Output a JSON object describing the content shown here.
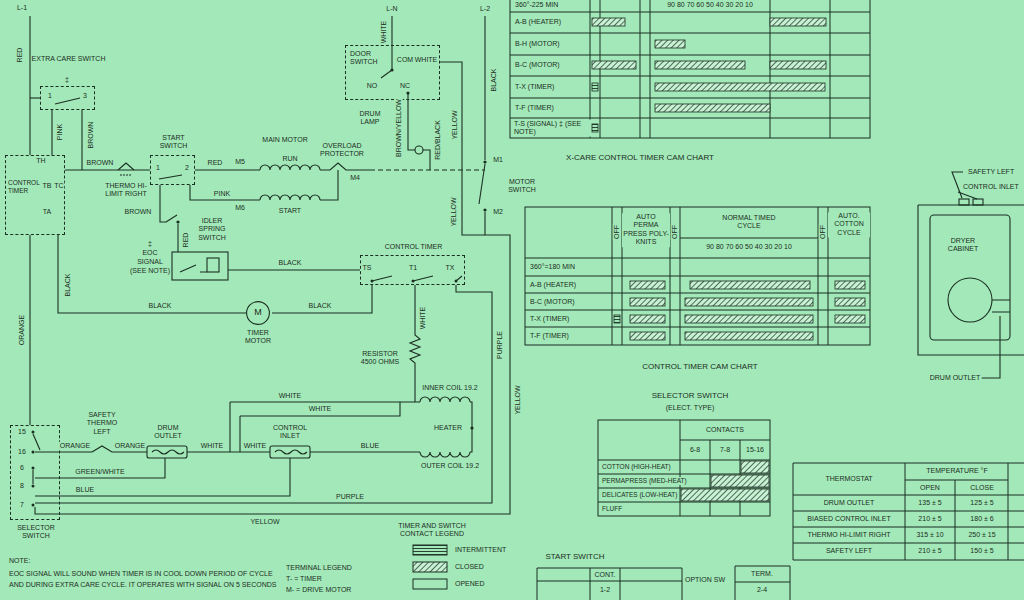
{
  "diagram": {
    "nodes": [
      {
        "text": [
          "CONTROL TIMER"
        ]
      },
      {
        "text": [
          "EXTRA CARE SWITCH"
        ]
      },
      {
        "text": [
          "START SWITCH"
        ]
      },
      {
        "text": [
          "DOOR SWITCH"
        ]
      },
      {
        "text": [
          "CONTROL TIMER"
        ]
      },
      {
        "text": [
          "SELECTOR SWITCH"
        ]
      },
      {
        "text": [
          "M",
          "TIMER MOTOR"
        ]
      }
    ],
    "edges": [
      {
        "from": 5,
        "to": 0,
        "arrow": "none",
        "label": "ORANGE"
      },
      {
        "from": 1,
        "to": 0,
        "arrow": "none",
        "label": "PINK"
      },
      {
        "from": 0,
        "to": 2,
        "arrow": "none",
        "label": "BROWN"
      },
      {
        "from": 6,
        "to": 4,
        "arrow": "none",
        "label": "BLACK"
      },
      {
        "from": 0,
        "to": 6,
        "arrow": "none",
        "label": "BLACK"
      }
    ],
    "labels": [
      "L-1",
      "RED",
      "‡",
      "1",
      "3",
      "BROWN",
      "TH",
      "TB",
      "TC",
      "TA",
      "THERMO HI-LIMIT RIGHT",
      "1",
      "2",
      "RED",
      "M5",
      "MAIN MOTOR",
      "RUN",
      "OVERLOAD PROTECTOR",
      "M4",
      "PINK",
      "M6",
      "START",
      "BROWN",
      "IDLER SPRING SWITCH",
      "RED",
      "‡",
      "EOC",
      "SIGNAL",
      "(SEE NOTE)",
      "BLACK",
      "TS",
      "T1",
      "TX",
      "BLACK",
      "WHITE",
      "RESISTOR 4500 OHMS",
      "PURPLE",
      "YELLOW",
      "WHITE",
      "WHITE",
      "INNER COIL 19.2",
      "HEATER",
      "OUTER COIL 19.2",
      "BLUE",
      "L-N",
      "L-2",
      "WHITE",
      "BLACK",
      "COM",
      "WHITE",
      "NO",
      "NC",
      "DRUM LAMP",
      "BROWN/YELLOW",
      "RED/BLACK",
      "YELLOW",
      "M1",
      "M2",
      "MOTOR SWITCH",
      "YELLOW",
      "ORANGE",
      "SAFETY THERMO LEFT",
      "ORANGE",
      "DRUM OUTLET",
      "WHITE",
      "CONTROL INLET",
      "WHITE",
      "GREEN/WHITE",
      "BLUE",
      "PURPLE",
      "YELLOW",
      "15",
      "16",
      "6",
      "8",
      "7",
      "TIMER AND SWITCH CONTACT LEGEND",
      "TERMINAL LEGEND",
      "T- = TIMER",
      "M- = DRIVE MOTOR",
      "NOTE:",
      "EOC SIGNAL WILL SOUND WHEN TIMER IS IN COOL DOWN PERIOD OF CYCLE",
      "AND DURING EXTRA CARE CYCLE. IT OPERATES WITH SIGNAL ON 5 SECONDS",
      "360°-225 MIN",
      "A-B (HEATER)",
      "B-H (MOTOR)",
      "B-C (MOTOR)",
      "T-X (TIMER)",
      "T-F (TIMER)",
      "T-S (SIGNAL) ‡ (SEE NOTE)",
      "90 80 70 60 50 40 30 20 10",
      "X-CARE CONTROL TIMER CAM CHART",
      "OFF",
      "AUTO PERMA PRESS POLY-KNITS",
      "OFF",
      "NORMAL TIMED CYCLE",
      "90 80 70 60 50 40 30 20 10",
      "OFF",
      "AUTO. COTTON CYCLE",
      "360°=180 MIN",
      "A-B (HEATER)",
      "B-C (MOTOR)",
      "T-X (TIMER)",
      "T-F (TIMER)",
      "CONTROL TIMER CAM CHART",
      "SELECTOR SWITCH",
      "(ELECT. TYPE)",
      "CONTACTS",
      "6-8",
      "7-8",
      "15-16",
      "COTTON (HIGH-HEAT)",
      "PERMAPRESS (MED-HEAT)",
      "DELICATES (LOW-HEAT)",
      "FLUFF",
      "START SWITCH",
      "CONT.",
      "1-2",
      "OPTION SW",
      "TERM.",
      "2-4",
      "THERMOSTAT",
      "TEMPERATURE °F",
      "OPEN",
      "CLOSE",
      "DRUM OUTLET",
      "135 ± 5",
      "125 ± 5",
      "BIASED CONTROL INLET",
      "210 ± 5",
      "180 ± 6",
      "THERMO HI-LIMIT RIGHT",
      "315 ± 10",
      "250 ± 15",
      "SAFETY LEFT",
      "210 ± 5",
      "150 ± 5",
      "SAFETY LEFT",
      "CONTROL INLET",
      "DRYER CABINET",
      "DRUM OUTLET"
    ],
    "legend": [
      {
        "text": "INTERMITTENT"
      },
      {
        "text": "CLOSED"
      },
      {
        "text": "OPENED"
      }
    ]
  }
}
